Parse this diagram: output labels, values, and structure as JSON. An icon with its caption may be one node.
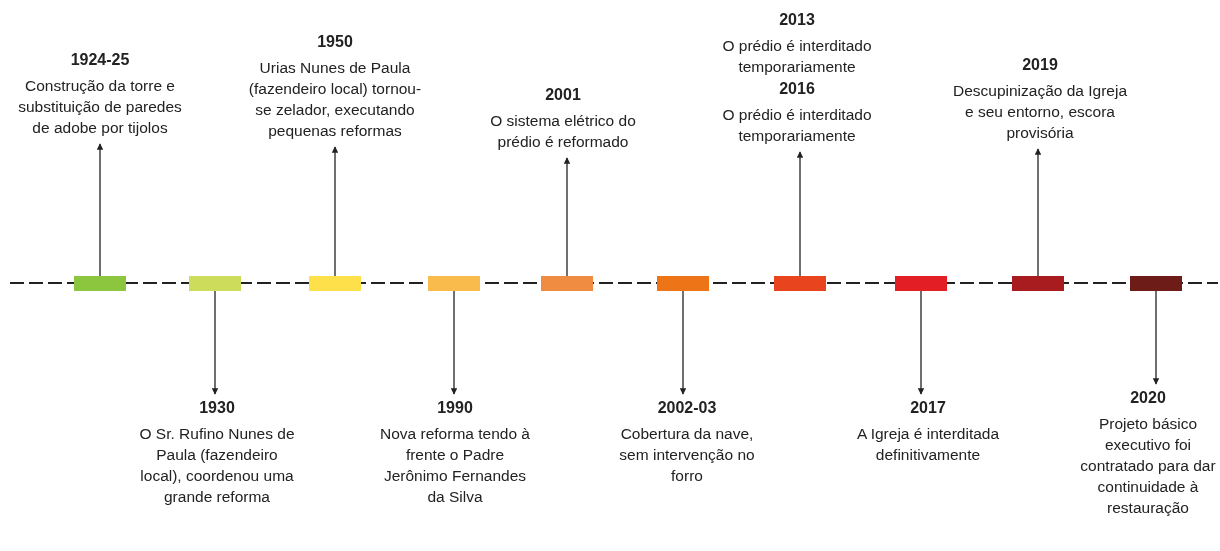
{
  "diagram": {
    "nodes": [
      {
        "text": [],
        "shape": "bar"
      },
      {
        "text": [],
        "shape": "bar"
      },
      {
        "text": [],
        "shape": "bar"
      },
      {
        "text": [],
        "shape": "bar"
      },
      {
        "text": [],
        "shape": "bar"
      },
      {
        "text": [],
        "shape": "bar"
      },
      {
        "text": [],
        "shape": "bar"
      },
      {
        "text": [],
        "shape": "bar"
      },
      {
        "text": [],
        "shape": "bar"
      },
      {
        "text": [],
        "shape": "bar"
      },
      {
        "text": [
          "1924-25",
          "Construção da torre e substituição de paredes de adobe por tijolos"
        ]
      },
      {
        "text": [
          "1930",
          "O Sr. Rufino Nunes de Paula (fazendeiro local), coordenou uma grande reforma"
        ]
      },
      {
        "text": [
          "1950",
          "Urias Nunes de Paula (fazendeiro local) tornou-se zelador, executando pequenas reformas"
        ]
      },
      {
        "text": [
          "1990",
          "Nova reforma tendo à frente o Padre Jerônimo Fernandes da Silva"
        ]
      },
      {
        "text": [
          "2001",
          "O sistema elétrico do prédio é reformado"
        ]
      },
      {
        "text": [
          "2002-03",
          "Cobertura da nave, sem intervenção no forro"
        ]
      },
      {
        "text": [
          "2013",
          "O prédio é interditado temporariamente",
          "2016",
          "O prédio é interditado temporariamente"
        ]
      },
      {
        "text": [
          "2017",
          "A Igreja é interditada definitivamente"
        ]
      },
      {
        "text": [
          "2019",
          "Descupinização da Igreja e seu entorno, escora provisória"
        ]
      },
      {
        "text": [
          "2020",
          "Projeto básico executivo foi contratado para dar continuidade à restauração"
        ]
      }
    ],
    "edges": [
      {
        "from": 0,
        "to": 10,
        "arrow": "to"
      },
      {
        "from": 1,
        "to": 11,
        "arrow": "to"
      },
      {
        "from": 2,
        "to": 12,
        "arrow": "to"
      },
      {
        "from": 3,
        "to": 13,
        "arrow": "to"
      },
      {
        "from": 4,
        "to": 14,
        "arrow": "to"
      },
      {
        "from": 5,
        "to": 15,
        "arrow": "to"
      },
      {
        "from": 6,
        "to": 16,
        "arrow": "to"
      },
      {
        "from": 7,
        "to": 17,
        "arrow": "to"
      },
      {
        "from": 8,
        "to": 18,
        "arrow": "to"
      },
      {
        "from": 9,
        "to": 19,
        "arrow": "to"
      }
    ]
  }
}
